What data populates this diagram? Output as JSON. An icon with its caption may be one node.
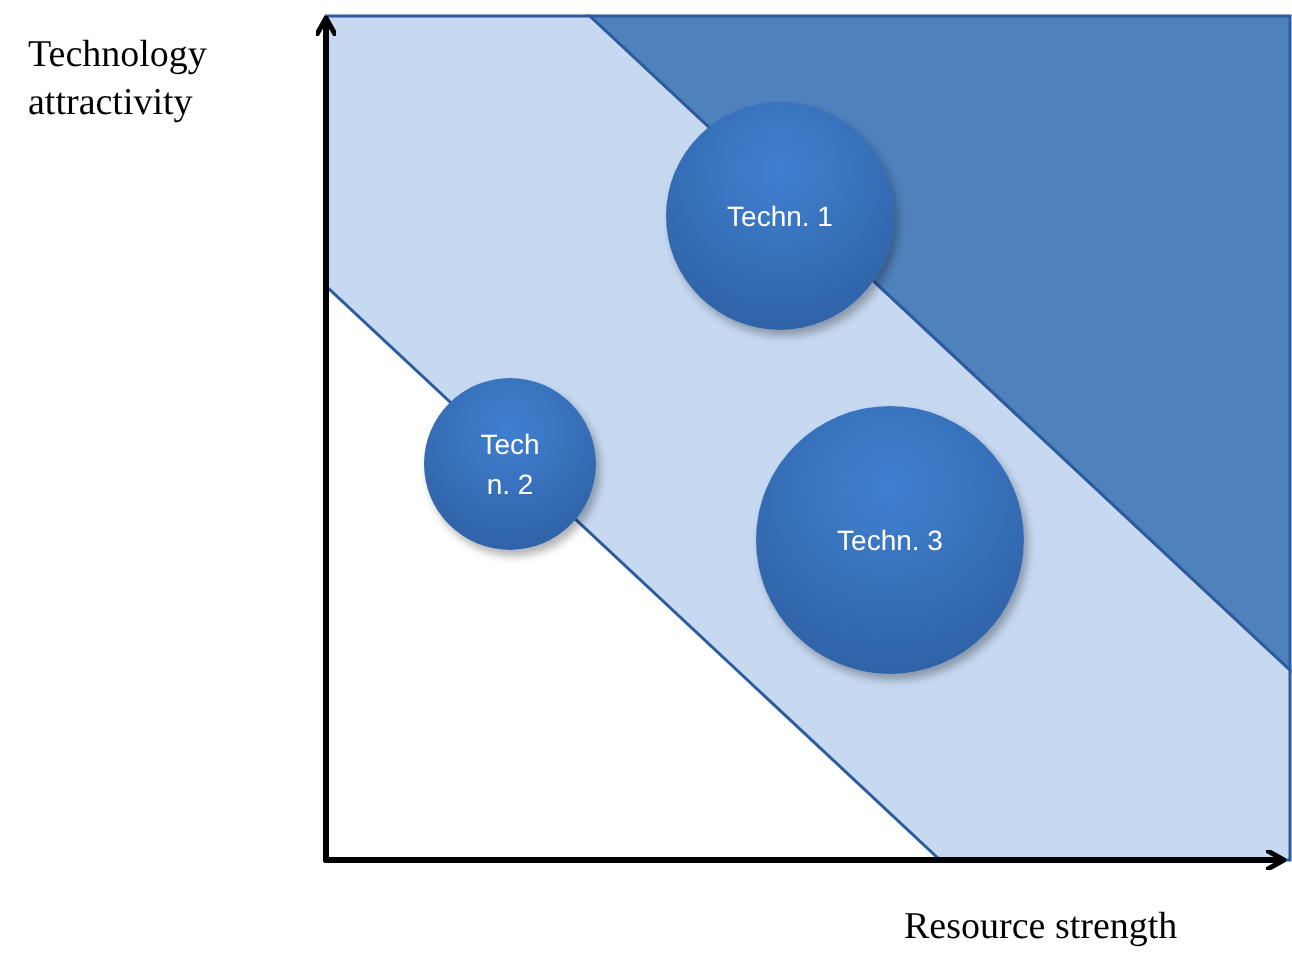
{
  "diagram": {
    "nodes": [
      {
        "text": [
          "Techn. 1"
        ]
      },
      {
        "text": [
          "Tech n. 2"
        ]
      },
      {
        "text": [
          "Techn. 3"
        ]
      }
    ],
    "labels": [
      "Technology attractivity",
      "Resource strength"
    ]
  }
}
